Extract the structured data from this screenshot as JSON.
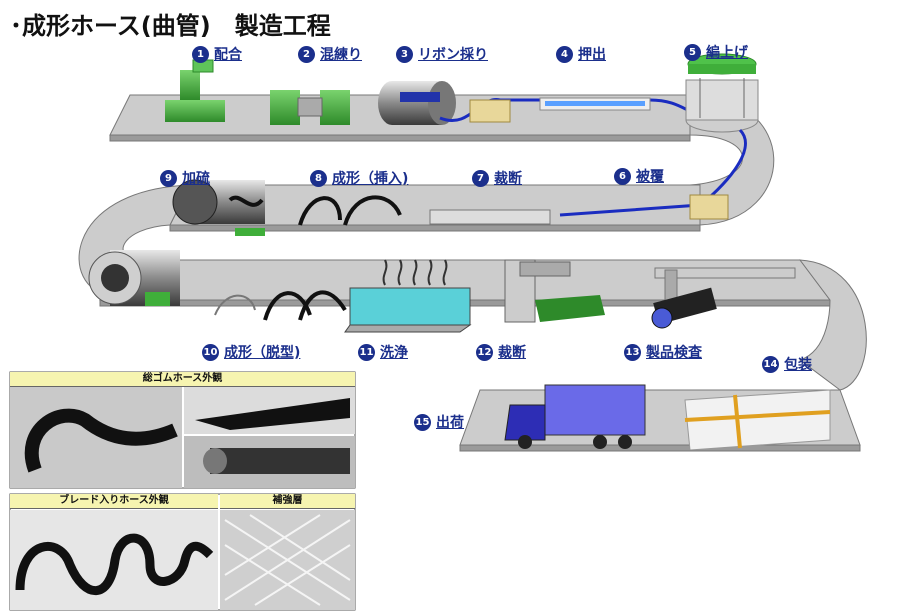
{
  "title": "･成形ホース(曲管)　製造工程",
  "steps": [
    {
      "num": "1",
      "label": "配合"
    },
    {
      "num": "2",
      "label": "混練り"
    },
    {
      "num": "3",
      "label": "リボン採り"
    },
    {
      "num": "4",
      "label": "押出"
    },
    {
      "num": "5",
      "label": "編上げ"
    },
    {
      "num": "6",
      "label": "被覆"
    },
    {
      "num": "7",
      "label": "裁断"
    },
    {
      "num": "8",
      "label": "成形（挿入)"
    },
    {
      "num": "9",
      "label": "加硫"
    },
    {
      "num": "10",
      "label": "成形（脱型)"
    },
    {
      "num": "11",
      "label": "洗浄"
    },
    {
      "num": "12",
      "label": "裁断"
    },
    {
      "num": "13",
      "label": "製品検査"
    },
    {
      "num": "14",
      "label": "包装"
    },
    {
      "num": "15",
      "label": "出荷"
    }
  ],
  "panels": {
    "rubber_hose": "総ゴムホース外観",
    "braided_hose": "ブレード入りホース外観",
    "reinforcement": "補強層"
  },
  "colors": {
    "label_blue": "#1b2f8c",
    "belt": "#c8c8c8",
    "machine_green": "#3fae3a",
    "truck_blue": "#3a3ad0"
  }
}
